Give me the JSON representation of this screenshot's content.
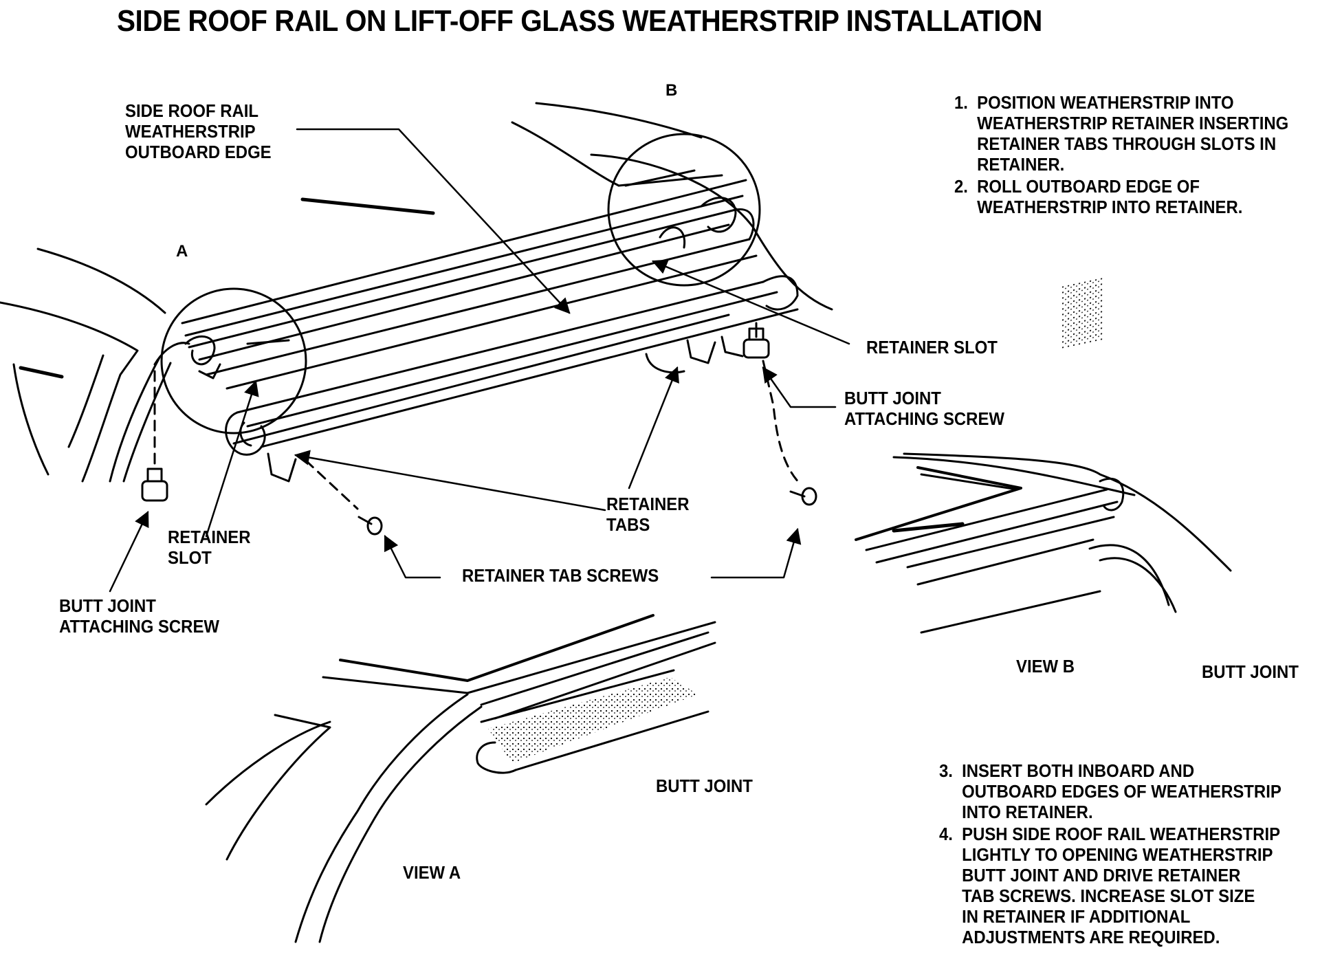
{
  "title": "SIDE ROOF RAIL ON LIFT-OFF GLASS WEATHERSTRIP INSTALLATION",
  "detail_letters": {
    "a": "A",
    "b": "B"
  },
  "labels": {
    "outboard_edge": "SIDE ROOF RAIL\nWEATHERSTRIP\nOUTBOARD EDGE",
    "retainer_slot_right": "RETAINER SLOT",
    "butt_joint_screw_right": "BUTT JOINT\nATTACHING SCREW",
    "retainer_tabs": "RETAINER\nTABS",
    "retainer_slot_left": "RETAINER\nSLOT",
    "retainer_tab_screws": "RETAINER TAB SCREWS",
    "butt_joint_screw_left": "BUTT JOINT\nATTACHING SCREW",
    "view_b_butt_joint": "BUTT JOINT",
    "view_b": "VIEW B",
    "view_a_butt_joint": "BUTT JOINT",
    "view_a": "VIEW A"
  },
  "steps": [
    {
      "num": "1.",
      "text": "POSITION WEATHERSTRIP INTO\nWEATHERSTRIP RETAINER INSERTING\nRETAINER TABS THROUGH SLOTS IN\nRETAINER."
    },
    {
      "num": "2.",
      "text": "ROLL OUTBOARD EDGE OF\nWEATHERSTRIP INTO RETAINER."
    },
    {
      "num": "3.",
      "text": "INSERT BOTH INBOARD AND\nOUTBOARD EDGES OF WEATHERSTRIP\nINTO RETAINER."
    },
    {
      "num": "4.",
      "text": "PUSH SIDE ROOF RAIL WEATHERSTRIP\nLIGHTLY TO OPENING WEATHERSTRIP\nBUTT JOINT AND DRIVE RETAINER\nTAB SCREWS. INCREASE SLOT SIZE\nIN RETAINER IF ADDITIONAL\nADJUSTMENTS ARE REQUIRED."
    }
  ]
}
